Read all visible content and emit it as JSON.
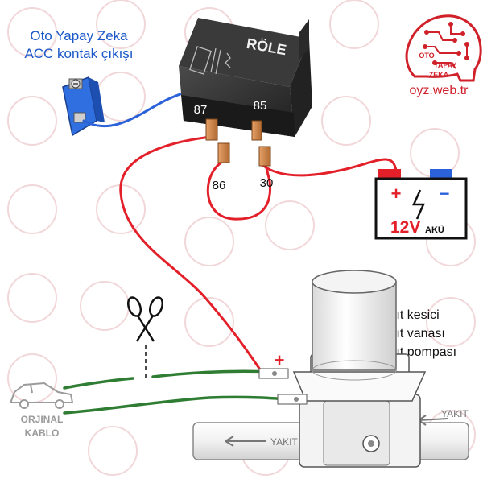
{
  "header": {
    "title_line1": "Oto Yapay Zeka",
    "title_line2": "ACC kontak çıkışı"
  },
  "logo": {
    "line1": "OTO",
    "line2": "YAPAY",
    "line3": "ZEKA",
    "website": "oyz.web.tr"
  },
  "relay": {
    "label": "RÖLE",
    "pins": {
      "p87": "87",
      "p85": "85",
      "p86": "86",
      "p30": "30"
    }
  },
  "battery": {
    "plus": "+",
    "minus": "−",
    "voltage": "12V",
    "unit": "AKÜ"
  },
  "valve": {
    "line1": "Yakıt kesici",
    "line2": "Yakıt vanası",
    "line3": "Yakıt pompası",
    "plus": "+"
  },
  "pipe": {
    "left_label": "YAKIT",
    "right_label": "YAKIT"
  },
  "car": {
    "line1": "ORJINAL",
    "line2": "KABLO"
  },
  "colors": {
    "title_blue": "#1a57c8",
    "logo_red": "#d0202a",
    "wire_red": "#e3202a",
    "wire_blue": "#2b62d9",
    "wire_green": "#2f7d32",
    "relay_black": "#2c2c2c",
    "pin_copper": "#c9854a"
  }
}
